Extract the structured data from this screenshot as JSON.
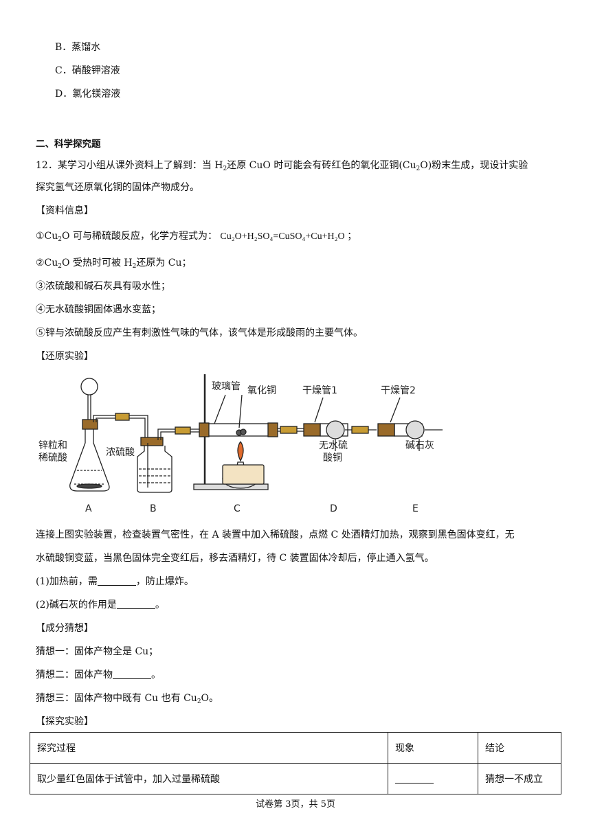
{
  "options": {
    "b": "B．蒸馏水",
    "c": "C．硝酸钾溶液",
    "d": "D．氯化镁溶液"
  },
  "section_title": "二、科学探究题",
  "question": {
    "intro_1a": "12．某学习小组从课外资料上了解到：当 H",
    "intro_1b": "还原 CuO 时可能会有砖红色的氧化亚铜(Cu",
    "intro_1c": "O)粉末生成，现设计实验",
    "intro_2": "探究氢气还原氧化铜的固体产物成分。"
  },
  "info": {
    "header": "【资料信息】",
    "item1_a": "①Cu",
    "item1_b": "O 可与稀硫酸反应，化学方程式为：",
    "item1_eq": "Cu₂O+H₂SO₄=CuSO₄+Cu+H₂O ；",
    "item2_a": "②Cu",
    "item2_b": "O 受热时可被 H",
    "item2_c": "还原为 Cu；",
    "item3": "③浓硫酸和碱石灰具有吸水性；",
    "item4": "④无水硫酸铜固体遇水变蓝；",
    "item5": "⑤锌与浓硫酸反应产生有刺激性气味的气体，该气体是形成酸雨的主要气体。"
  },
  "reduction": {
    "header": "【还原实验】",
    "figure": {
      "label_zinc_1": "锌粒和",
      "label_zinc_2": "稀硫酸",
      "label_conc": "浓硫酸",
      "label_glass": "玻璃管",
      "label_cuo": "氧化铜",
      "label_dry1": "干燥管1",
      "label_dry2": "干燥管2",
      "label_anhyd_1": "无水硫",
      "label_anhyd_2": "酸铜",
      "label_soda": "碱石灰",
      "letter_a": "A",
      "letter_b": "B",
      "letter_c": "C",
      "letter_d": "D",
      "letter_e": "E"
    },
    "desc_1": "连接上图实验装置，检查装置气密性，在 A 装置中加入稀硫酸，点燃 C 处酒精灯加热，观察到黑色固体变红，无",
    "desc_2": "水硫酸铜变蓝，当黑色固体完全变红后，移去酒精灯，待 C 装置固体冷却后，停止通入氢气。",
    "q1_a": "(1)加热前，需",
    "q1_b": "，防止爆炸。",
    "q2_a": "(2)碱石灰的作用是",
    "q2_b": "。"
  },
  "guess": {
    "header": "【成分猜想】",
    "g1": "猜想一：固体产物全是 Cu；",
    "g2_a": "猜想二：固体产物",
    "g2_b": "。",
    "g3_a": "猜想三：固体产物中既有 Cu 也有 Cu",
    "g3_b": "O。"
  },
  "explore": {
    "header": "【探究实验】",
    "table": {
      "headers": [
        "探究过程",
        "现象",
        "结论"
      ],
      "row1": [
        "取少量红色固体于试管中，加入过量稀硫酸",
        "",
        "猜想一不成立"
      ]
    }
  },
  "footer": "试卷第 3页，共 5页",
  "sub_2": "2"
}
